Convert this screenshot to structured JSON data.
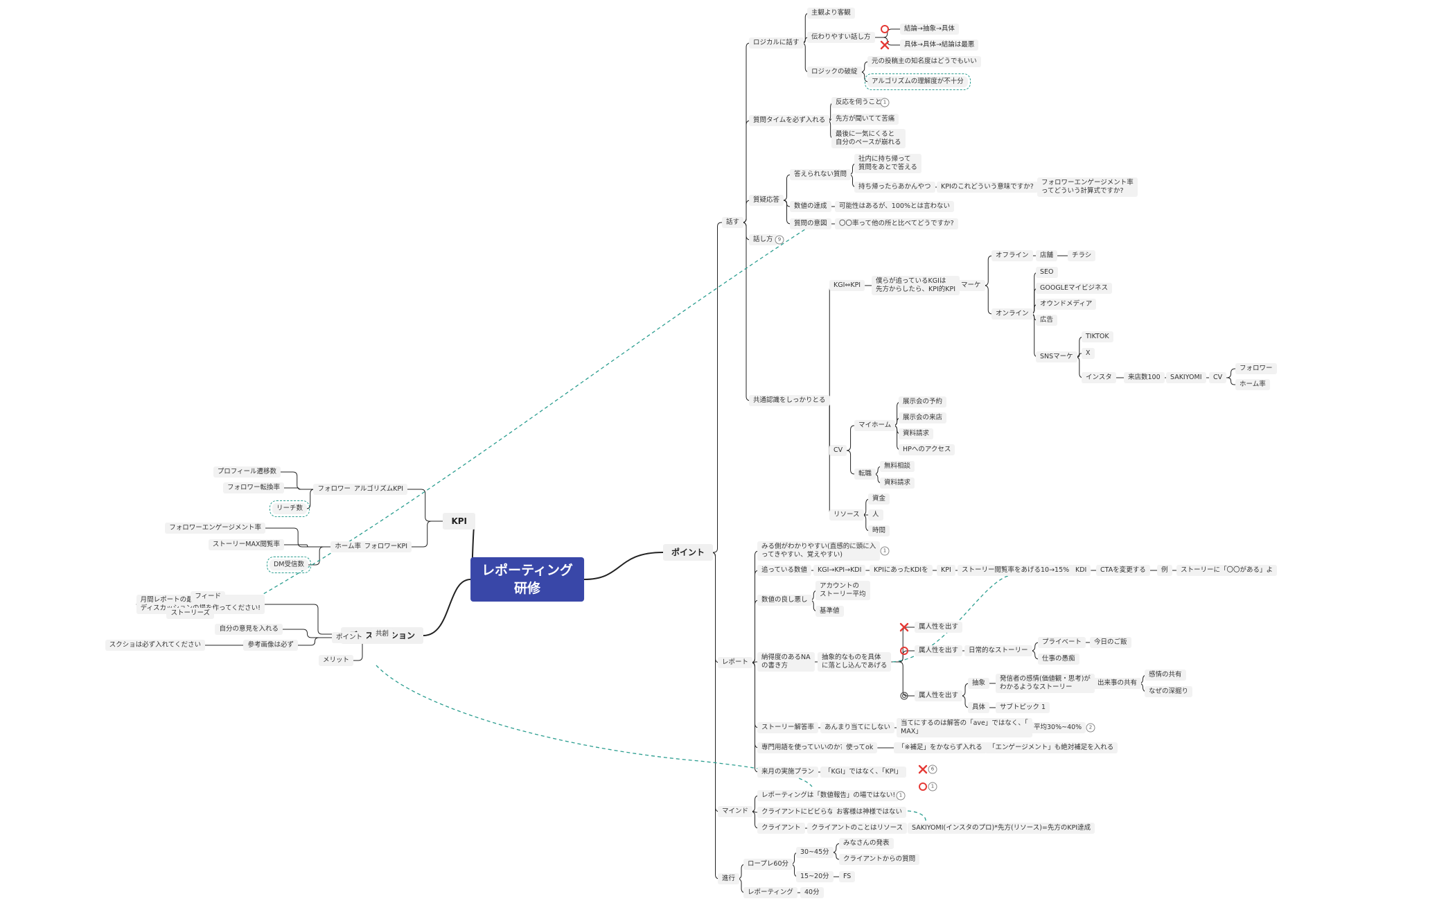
{
  "root": {
    "title": "レポーティング\n研修"
  },
  "nodes": {
    "pt": "ポイント",
    "hanasu": "話す",
    "logical": "ロジカルに話す",
    "shukan": "主観より客観",
    "tsutawari": "伝わりやすい話し方",
    "ketsuron": "結論→抽象→具体",
    "gutai": "具体→具体→結論は最悪",
    "logic_hatan": "ロジックの破綻",
    "moto": "元の投稿主の知名度はどうでもいい",
    "algo_rikai": "アルゴリズムの理解度が不十分",
    "shitsumon_time": "質問タイムを必ず入れる",
    "hanno": "反応を伺うこと",
    "senpo": "先方が聞いてて苦痛",
    "saigo": "最後に一気にくると\n自分のペースが崩れる",
    "shitsugi": "質疑応答",
    "kotaerarenai": "答えられない質問",
    "shanai": "社内に持ち帰って\n質問をあとで答える",
    "mochikaettara": "持ち帰ったらあかんやつ",
    "kpi_imi": "KPIのこれどういう意味ですか?",
    "follower_eng": "フォロワーエンゲージメント率\nってどういう計算式ですか?",
    "suuchi_tassei": "数値の達成",
    "kanousei": "可能性はあるが、100%とは言わない",
    "shitsumon_ito": "質問の意図",
    "marumaru": "〇〇率って他の所と比べてどうですか?",
    "hanashikata": "話し方",
    "kyotsu": "共通認識をしっかりとる",
    "kgi_kpi": "KGI⇔KPI",
    "bokura": "僕らが追っているKGIは\n先方からしたら、KPI的KPI",
    "make": "マーケ",
    "offline": "オフライン",
    "tenpo": "店舗",
    "chirashi": "チラシ",
    "online": "オンライン",
    "seo": "SEO",
    "google": "GOOGLEマイビジネス",
    "owned": "オウンドメディア",
    "kokoku": "広告",
    "sns": "SNSマーケ",
    "tiktok": "TIKTOK",
    "x": "X",
    "insta": "インスタ",
    "raiten": "来店数100",
    "sakiyomi": "SAKIYOMI",
    "cv1": "CV",
    "follower": "フォロワー",
    "home_rate": "ホーム率",
    "cv2": "CV",
    "myhome": "マイホーム",
    "tenjikai_yoyaku": "展示会の予約",
    "tenjikai_raiten": "展示会の来店",
    "shiryo1": "資料請求",
    "hp": "HPへのアクセス",
    "tenshoku": "転職",
    "muryo": "無料相談",
    "shiryo2": "資料請求",
    "resource": "リソース",
    "shikin": "資金",
    "hito": "人",
    "jikan": "時間",
    "report": "レポート",
    "mirugawa": "みる側がわかりやすい(直感的に頭に入\nってきやすい、覚えやすい)",
    "otteiru": "追っている数値",
    "kgi_kpi_kdi": "KGI→KPI→KDI",
    "kpi_atta": "KPIにあったKDIを",
    "kpi": "KPI",
    "story_etsuran": "ストーリー閲覧率をあげる10→15%",
    "kdi": "KDI",
    "cta": "CTAを変更する",
    "rei": "例",
    "story_ni": "ストーリーに「〇〇がある」よ",
    "suuchi_yoshi": "数値の良し悪し",
    "account": "アカウントの\nストーリー平均",
    "kijun": "基準値",
    "nattoku": "納得度のあるNA\nの書き方",
    "chusho": "抽象的なものを具体\nに落とし込んであげる",
    "zokujin1": "属人性を出す",
    "zokujin2": "属人性を出す",
    "nichijo": "日常的なストーリー",
    "private": "プライベート",
    "kyou": "今日のご飯",
    "shigoto": "仕事の愚痴",
    "zokujin3": "属人性を出す",
    "chusho2": "抽象",
    "hasshinsha": "発信者の感情(価値観・思考)が\nわかるようなストーリー",
    "dekigoto": "出来事の共有",
    "kanjo": "感情の共有",
    "naze": "なぜの深掘り",
    "gutai2": "具体",
    "subtopic": "サブトピック 1",
    "story_kaito": "ストーリー解答率",
    "anmari": "あんまり当てにしない",
    "ate": "当てにするのは解答の「ave」ではなく、「\nMAX」",
    "heikin": "平均30%~40%",
    "senmon": "専門用語を使っていいのか?",
    "tsukatte": "使ってok",
    "hosoku": "「※補足」をかならず入れる",
    "engagement": "「エンゲージメント」も絶対補足を入れる",
    "raigetsu": "来月の実施プラン",
    "kgi_de": "「KGI」ではなく、「KPI」",
    "mind": "マインド",
    "reporting_suuchi": "レポーティングは「数値報告」の場ではない!",
    "client_bibi": "クライアントにビビらない",
    "okyaku": "お客様は神様ではない",
    "client": "クライアント",
    "client_resource": "クライアントのことはリソース",
    "sakiyomi2": "SAKIYOMI(インスタのプロ)*先方(リソース)=先方のKPI達成",
    "shinko": "進行",
    "roleplay": "ロープレ60分",
    "t3045": "30~45分",
    "minna": "みなさんの発表",
    "client_shitsumon": "クライアントからの質問",
    "t1520": "15~20分",
    "fs": "FS",
    "reporting40": "レポーティング",
    "m40": "40分",
    "kpi_main": "KPI",
    "algo_kpi": "アルゴリズムKPI",
    "follower_l": "フォロワー",
    "profile": "プロフィール遷移数",
    "follower_tenkan": "フォロワー転換率",
    "reach": "リーチ数",
    "follower_kpi": "フォロワーKPI",
    "home_l": "ホーム率",
    "follower_eng_l": "フォロワーエンゲージメント率",
    "story_max": "ストーリーMAX閲覧率",
    "dm": "DM受信数",
    "discussion": "ディスカッション",
    "kyotsu2": "共創",
    "getsuji": "月間レポートの最後に\nディスカッションの場を作ってください!",
    "feed": "フィード",
    "stories": "ストーリーズ",
    "point_l": "ポイント",
    "jibun": "自分の意見を入れる",
    "sankou": "参考画像は必ず",
    "sukusho": "スクショは必ず入れてください",
    "merit": "メリット"
  },
  "badges": {
    "hanno": "1",
    "hanashikata": "9",
    "mirugawa": "1",
    "heikin": "2",
    "plan_x": "6",
    "plan_o": "1",
    "reporting_suuchi": "1"
  },
  "colors": {
    "root_bg": "#3947a8",
    "line": "#222222",
    "dashed": "#2a9d8f",
    "mark_o": "#e53935",
    "mark_x": "#e53935"
  }
}
